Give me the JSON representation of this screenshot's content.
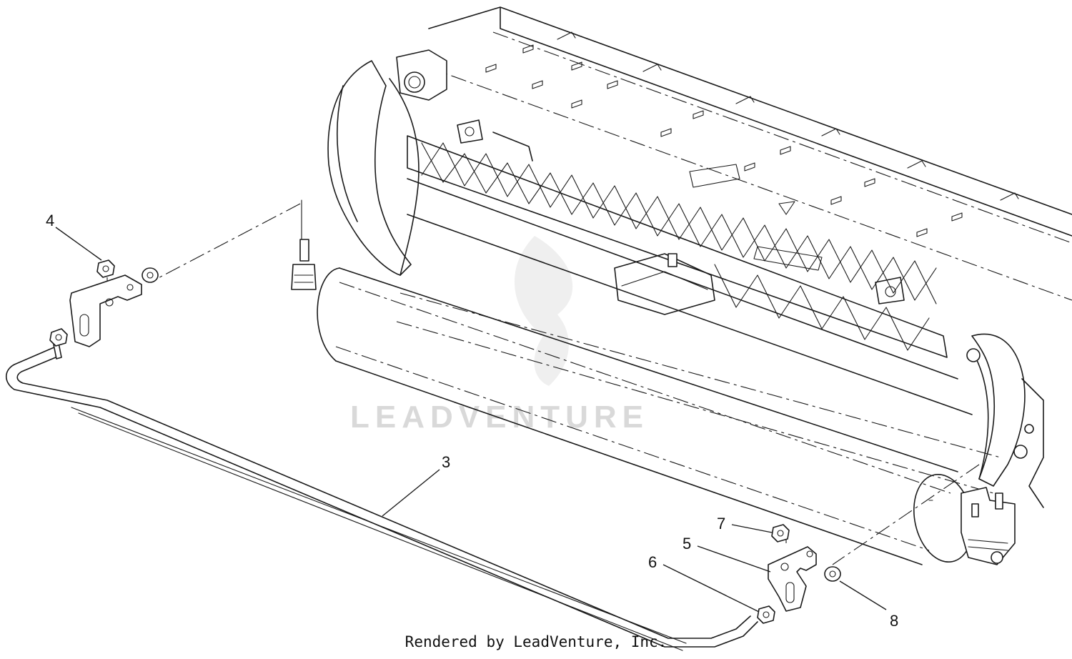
{
  "watermark": {
    "text": "LEADVENTURE"
  },
  "footer": {
    "credit": "Rendered by LeadVenture, Inc."
  },
  "callouts": [
    {
      "id": "c4",
      "label": "4"
    },
    {
      "id": "c3",
      "label": "3"
    },
    {
      "id": "c7",
      "label": "7"
    },
    {
      "id": "c5",
      "label": "5"
    },
    {
      "id": "c6",
      "label": "6"
    },
    {
      "id": "c8",
      "label": "8"
    }
  ]
}
